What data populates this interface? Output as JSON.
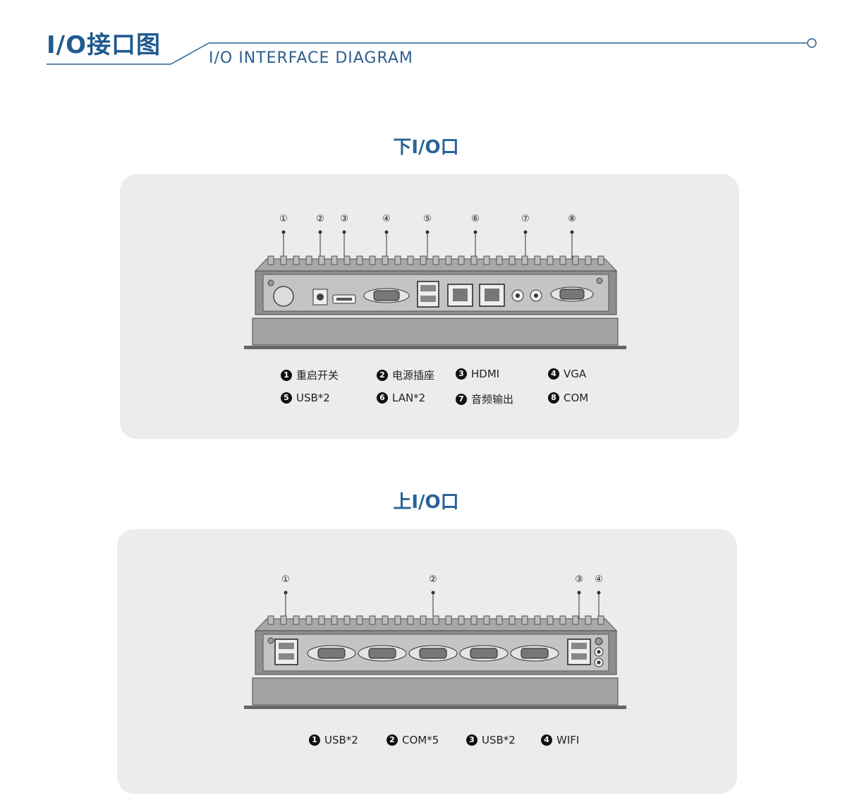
{
  "header": {
    "title": "I/O接口图",
    "subtitle": "I/O INTERFACE DIAGRAM"
  },
  "colors": {
    "accent": "#1f5a8f",
    "panel_bg": "#ececec",
    "device_body": "#8a8a8a",
    "device_face": "#bfbfbf"
  },
  "bottom_io": {
    "title": "下I/O口",
    "callouts": [
      "①",
      "②",
      "③",
      "④",
      "⑤",
      "⑥",
      "⑦",
      "⑧"
    ],
    "legend": [
      {
        "num": "1",
        "label": "重启开关"
      },
      {
        "num": "2",
        "label": "电源插座"
      },
      {
        "num": "3",
        "label": "HDMI"
      },
      {
        "num": "4",
        "label": "VGA"
      },
      {
        "num": "5",
        "label": "USB*2"
      },
      {
        "num": "6",
        "label": "LAN*2"
      },
      {
        "num": "7",
        "label": "音频输出"
      },
      {
        "num": "8",
        "label": "COM"
      }
    ]
  },
  "top_io": {
    "title": "上I/O口",
    "callouts": [
      "①",
      "②",
      "③",
      "④"
    ],
    "legend": [
      {
        "num": "1",
        "label": "USB*2"
      },
      {
        "num": "2",
        "label": "COM*5"
      },
      {
        "num": "3",
        "label": "USB*2"
      },
      {
        "num": "4",
        "label": "WIFI"
      }
    ]
  }
}
